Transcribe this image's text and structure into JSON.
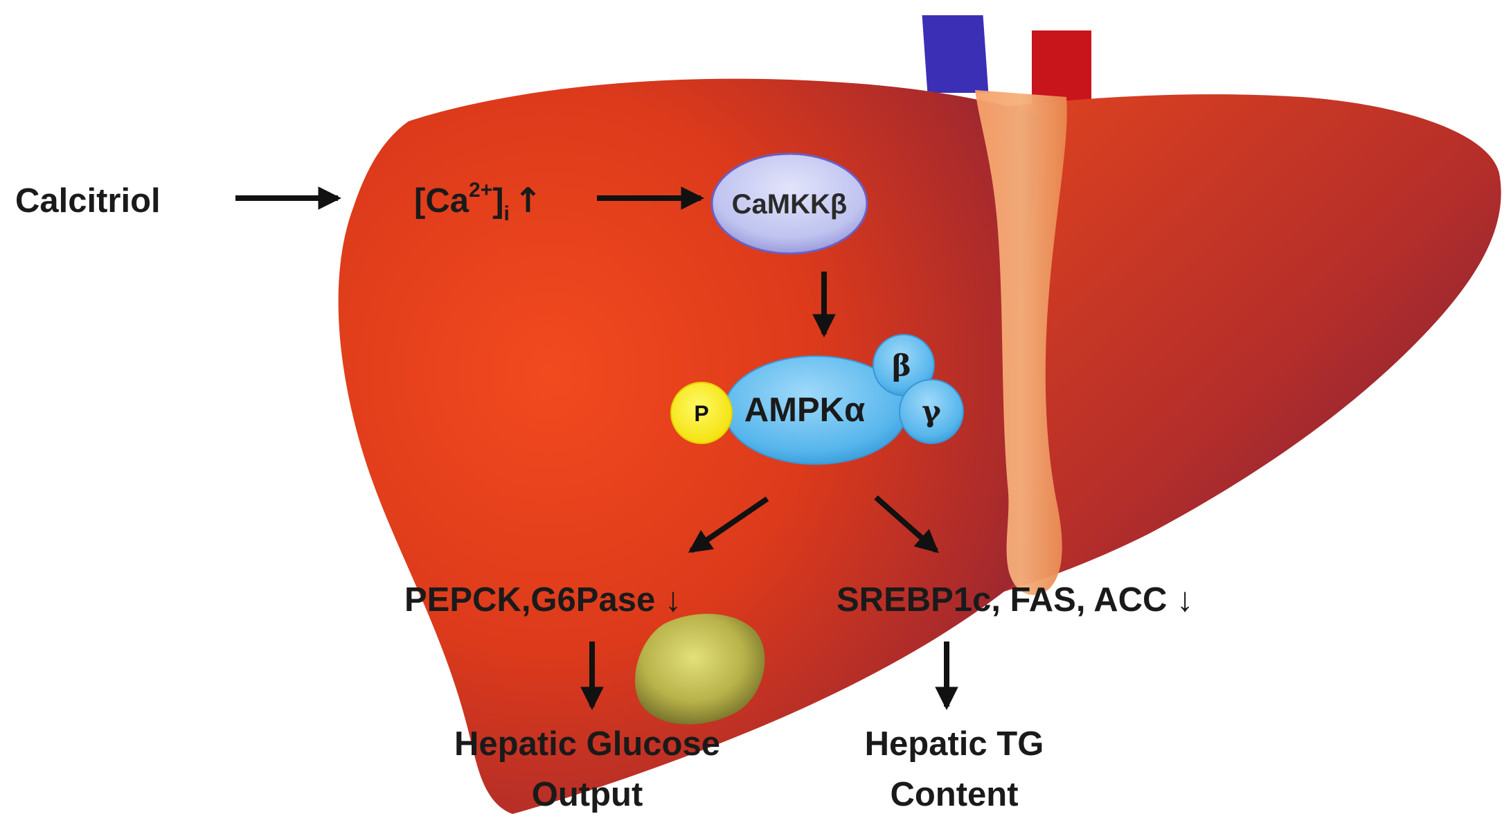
{
  "diagram": {
    "input_label": "Calcitriol",
    "calcium": {
      "prefix": "[Ca",
      "superscript": "2+",
      "suffix": "]",
      "subscript": "i",
      "arrow": "↑"
    },
    "camkk": {
      "label": "CaMKKβ"
    },
    "ampk": {
      "label": "AMPKα",
      "beta_label": "β",
      "gamma_label": "γ",
      "phospho_label": "P"
    },
    "left_branch": {
      "genes": "PEPCK,G6Pase ↓",
      "outcome_line1": "Hepatic Glucose",
      "outcome_line2": "Output"
    },
    "right_branch": {
      "genes": "SREBP1c, FAS, ACC ↓",
      "outcome_line1": "Hepatic TG",
      "outcome_line2": "Content"
    }
  },
  "colors": {
    "liver_light": "#f0481f",
    "liver_mid": "#d8341a",
    "liver_dark": "#7a1d3a",
    "vein_blue": "#3b2fb5",
    "artery_red": "#c8141b",
    "ligament": "#f3985e",
    "gallbladder": "#c9c45a",
    "camkk_fill": "#c4c8f2",
    "ampk_fill": "#57b6ec",
    "phospho_fill": "#ffee00",
    "arrow": "#111111"
  }
}
